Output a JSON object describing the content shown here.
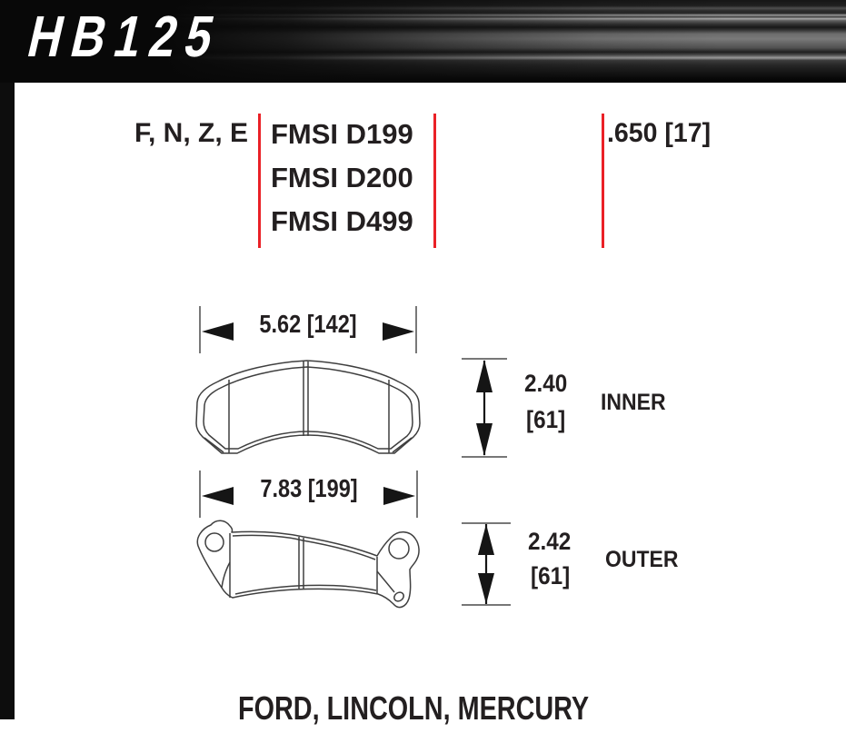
{
  "header": {
    "part_number": "HB125"
  },
  "spec": {
    "compound_codes": "F, N, Z, E",
    "fmsi": [
      "FMSI D199",
      "FMSI D200",
      "FMSI D499"
    ],
    "pad_thickness": ".650 [17]"
  },
  "inner_pad": {
    "width_dim": "5.62 [142]",
    "height_in": "2.40",
    "height_mm": "[61]",
    "label": "INNER"
  },
  "outer_pad": {
    "width_dim": "7.83 [199]",
    "height_in": "2.42",
    "height_mm": "[61]",
    "label": "OUTER"
  },
  "footer": {
    "applications": "FORD, LINCOLN, MERCURY"
  },
  "colors": {
    "divider_red": "#ea2127",
    "ink": "#231f20",
    "header_black": "#0d0d0d"
  }
}
